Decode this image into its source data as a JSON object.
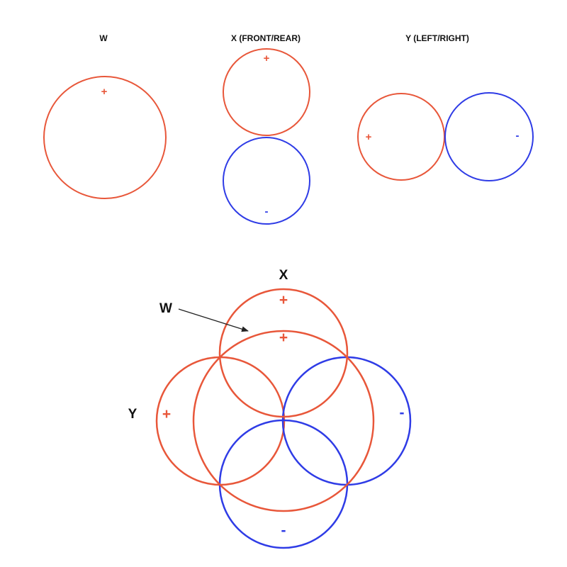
{
  "colors": {
    "positive": "#e8573a",
    "negative": "#2f3ce6",
    "text": "#111111",
    "arrow": "#222222"
  },
  "top_row": {
    "w_title": "W",
    "x_title": "X (FRONT/REAR)",
    "y_title": "Y (LEFT/RIGHT)",
    "w_sign": "+",
    "x_front_sign": "+",
    "x_rear_sign": "-",
    "y_left_sign": "+",
    "y_right_sign": "-"
  },
  "combined": {
    "x_label": "X",
    "w_label": "W",
    "y_label": "Y",
    "x_front_sign": "+",
    "w_sign": "+",
    "y_left_sign": "+",
    "y_right_sign": "-",
    "x_rear_sign": "-"
  }
}
